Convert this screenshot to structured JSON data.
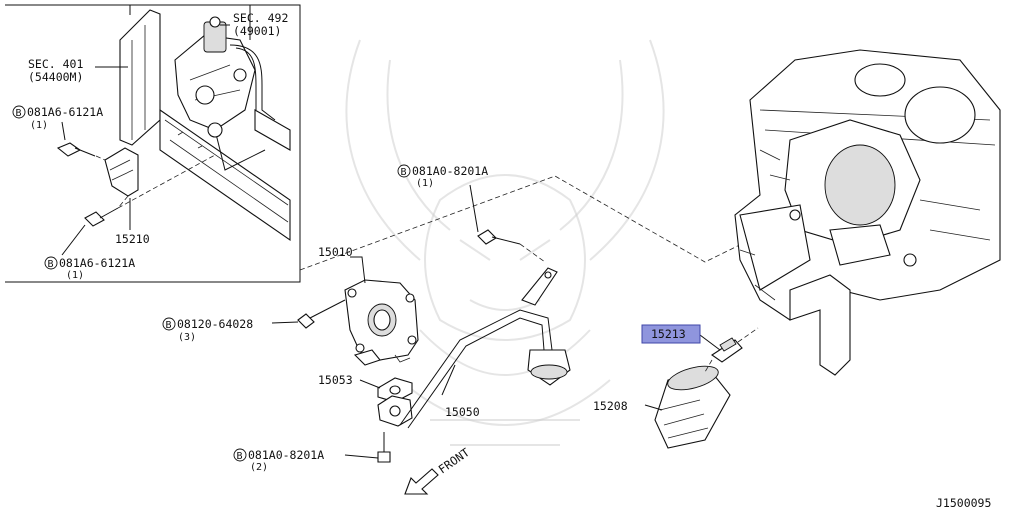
{
  "labels": {
    "sec492": "SEC. 492",
    "sec492_sub": "(49001)",
    "sec401": "SEC. 401",
    "sec401_sub": "(54400M)",
    "bolt_a_top": "081A6-6121A",
    "bolt_a_top_qty": "(1)",
    "part_15210": "15210",
    "bolt_a_bottom": "081A6-6121A",
    "bolt_a_bottom_qty": "(1)",
    "bolt_b_top": "081A0-8201A",
    "bolt_b_top_qty": "(1)",
    "part_15010": "15010",
    "bolt_c": "08120-64028",
    "bolt_c_qty": "(3)",
    "part_15053": "15053",
    "part_15050": "15050",
    "part_15213": "15213",
    "part_15208": "15208",
    "bolt_b_bottom": "081A0-8201A",
    "bolt_b_bottom_qty": "(2)",
    "front": "FRONT",
    "diagram_id": "J1500095"
  },
  "bolt_marker": "B",
  "colors": {
    "highlight_fill": "#8f95dd",
    "highlight_stroke": "#3f46a8",
    "ink": "#111111"
  }
}
